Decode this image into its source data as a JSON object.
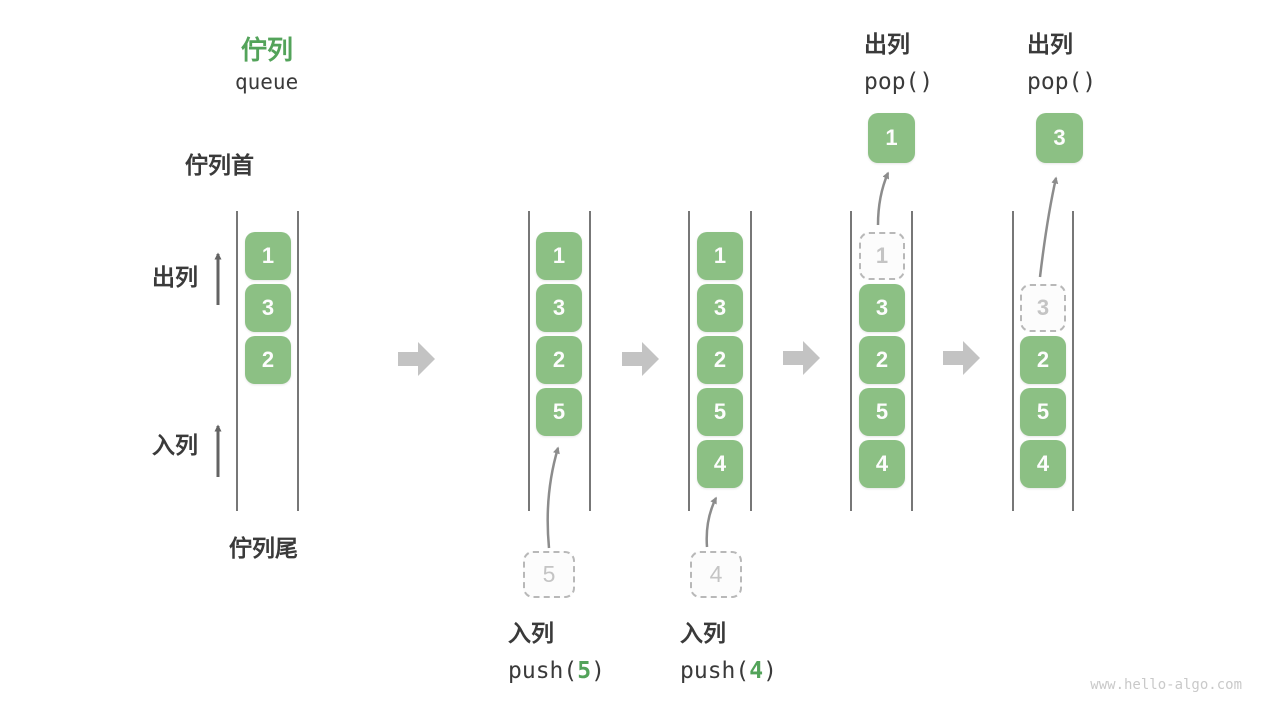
{
  "header": {
    "title": "佇列",
    "subtitle": "queue"
  },
  "side_labels": {
    "front": "佇列首",
    "rear": "佇列尾",
    "dequeue": "出列",
    "enqueue": "入列"
  },
  "operations": {
    "push5": {
      "label": "入列",
      "prefix": "push(",
      "arg": "5",
      "suffix": ")"
    },
    "push4": {
      "label": "入列",
      "prefix": "push(",
      "arg": "4",
      "suffix": ")"
    },
    "pop1": {
      "label": "出列",
      "code": "pop()"
    },
    "pop2": {
      "label": "出列",
      "code": "pop()"
    }
  },
  "pop_results": [
    {
      "value": "1"
    },
    {
      "value": "3"
    }
  ],
  "staged_items": [
    {
      "value": "5"
    },
    {
      "value": "4"
    }
  ],
  "columns": [
    {
      "name": "state-1-initial",
      "cells": [
        {
          "row": 0,
          "value": "1",
          "style": "solid"
        },
        {
          "row": 1,
          "value": "3",
          "style": "solid"
        },
        {
          "row": 2,
          "value": "2",
          "style": "solid"
        }
      ]
    },
    {
      "name": "state-2-after-push-5",
      "cells": [
        {
          "row": 0,
          "value": "1",
          "style": "solid"
        },
        {
          "row": 1,
          "value": "3",
          "style": "solid"
        },
        {
          "row": 2,
          "value": "2",
          "style": "solid"
        },
        {
          "row": 3,
          "value": "5",
          "style": "solid"
        }
      ]
    },
    {
      "name": "state-3-after-push-4",
      "cells": [
        {
          "row": 0,
          "value": "1",
          "style": "solid"
        },
        {
          "row": 1,
          "value": "3",
          "style": "solid"
        },
        {
          "row": 2,
          "value": "2",
          "style": "solid"
        },
        {
          "row": 3,
          "value": "5",
          "style": "solid"
        },
        {
          "row": 4,
          "value": "4",
          "style": "solid"
        }
      ]
    },
    {
      "name": "state-4-after-pop-1",
      "cells": [
        {
          "row": 0,
          "value": "1",
          "style": "dashed"
        },
        {
          "row": 1,
          "value": "3",
          "style": "solid"
        },
        {
          "row": 2,
          "value": "2",
          "style": "solid"
        },
        {
          "row": 3,
          "value": "5",
          "style": "solid"
        },
        {
          "row": 4,
          "value": "4",
          "style": "solid"
        }
      ]
    },
    {
      "name": "state-5-after-pop-3",
      "cells": [
        {
          "row": 1,
          "value": "3",
          "style": "dashed"
        },
        {
          "row": 2,
          "value": "2",
          "style": "solid"
        },
        {
          "row": 3,
          "value": "5",
          "style": "solid"
        },
        {
          "row": 4,
          "value": "4",
          "style": "solid"
        }
      ]
    }
  ],
  "colors": {
    "box_green": "#8CC084",
    "accent_green": "#53A35A",
    "text_dark": "#3A3A3A",
    "wall_gray": "#4A4A4A",
    "flow_arrow_gray": "#C3C3C3",
    "pointer_gray": "#8C8C8C",
    "muted_gray": "#C4C4C4",
    "watermark_gray": "#C9C9C9"
  },
  "meta": {
    "watermark": "www.hello-algo.com"
  }
}
